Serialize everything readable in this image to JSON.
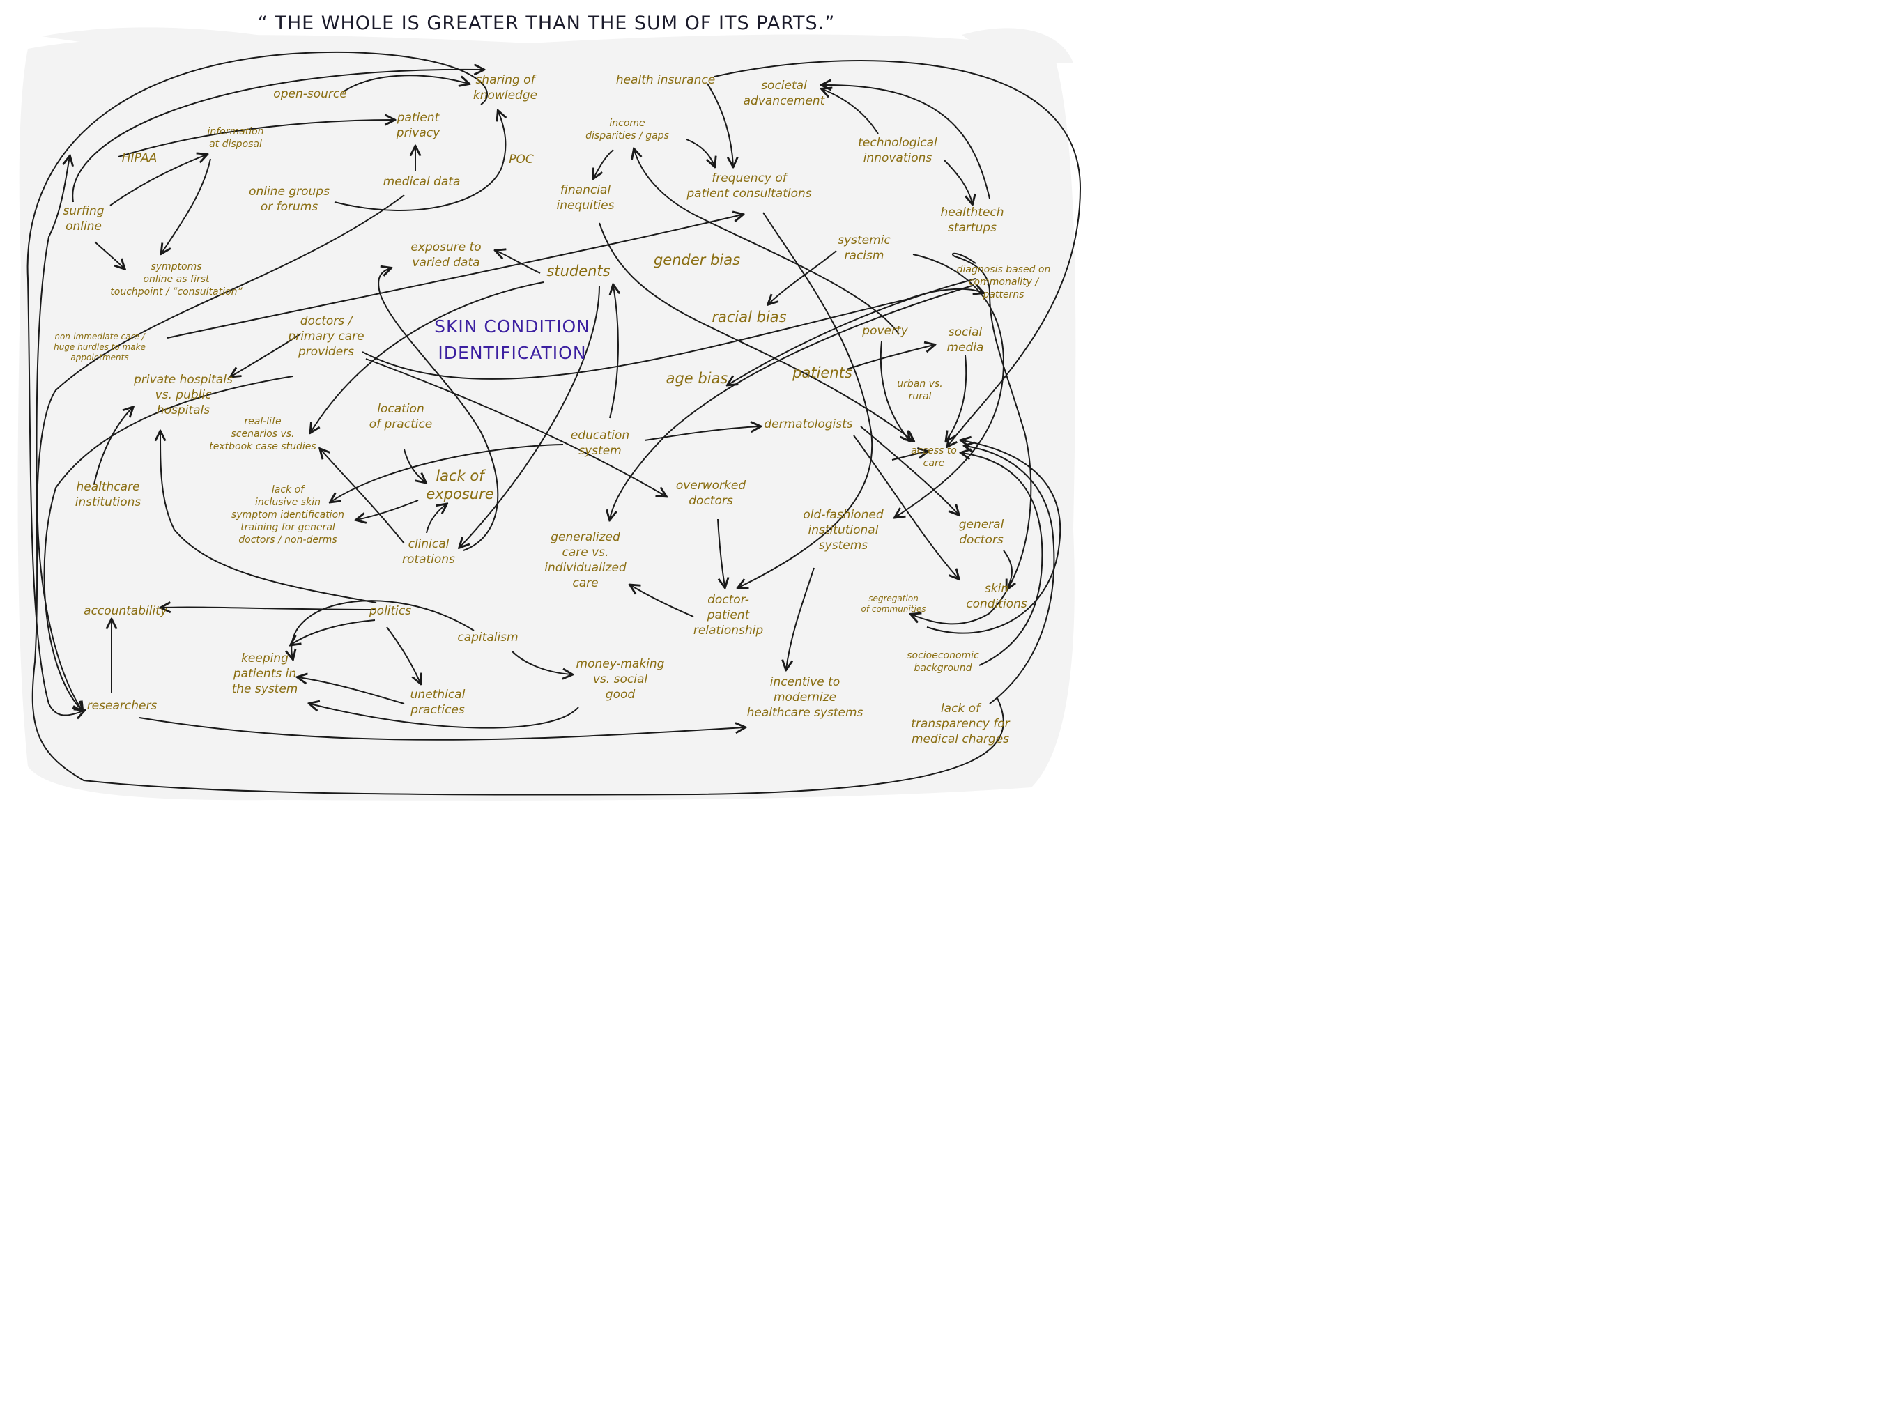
{
  "title": "“ THE WHOLE IS GREATER THAN THE SUM OF ITS PARTS.”",
  "center": "SKIN CONDITION\nIDENTIFICATION",
  "colors": {
    "ink": "#8a6e12",
    "center": "#3b1fa0",
    "title": "#1b1b2b",
    "arrow": "#1a1a1a",
    "cloud": "#f3f3f3"
  },
  "nodes": {
    "sharing_knowledge": "sharing of\nknowledge",
    "open_source": "open-source",
    "patient_privacy": "patient\nprivacy",
    "information_disposal": "information\nat disposal",
    "hipaa": "HIPAA",
    "poc": "POC",
    "medical_data": "medical data",
    "online_groups": "online groups\nor forums",
    "surfing_online": "surfing\nonline",
    "symptoms_online": "symptoms\nonline as first\ntouchpoint / “consultation”",
    "health_insurance": "health insurance",
    "societal_advancement": "societal\nadvancement",
    "income_disparities": "income\ndisparities / gaps",
    "technological_innovations": "technological\ninnovations",
    "frequency_consultations": "frequency of\npatient consultations",
    "financial_inequities": "financial\ninequities",
    "healthtech_startups": "healthtech\nstartups",
    "exposure_varied_data": "exposure to\nvaried data",
    "students": "students",
    "gender_bias": "gender bias",
    "systemic_racism": "systemic\nracism",
    "diagnosis_commonality": "diagnosis based on\ncommonality /\npatterns",
    "racial_bias": "racial bias",
    "non_immediate_care": "non-immediate care /\nhuge hurdles to make\nappointments",
    "doctors_primary": "doctors /\nprimary care\nproviders",
    "poverty": "poverty",
    "social_media": "social\nmedia",
    "age_bias": "age bias",
    "patients": "patients",
    "private_public": "private hospitals\nvs. public\nhospitals",
    "real_life": "real-life\nscenarios vs.\ntextbook case studies",
    "location_practice": "location\nof practice",
    "education_system": "education\nsystem",
    "dermatologists": "dermatologists",
    "urban_rural": "urban vs.\nrural",
    "access_care": "access to\ncare",
    "healthcare_institutions": "healthcare\ninstitutions",
    "lack_inclusive": "lack of\ninclusive skin\nsymptom identification\ntraining for general\ndoctors / non-derms",
    "lack_exposure": "lack of\nexposure",
    "overworked_doctors": "overworked\ndoctors",
    "old_fashioned": "old-fashioned\ninstitutional\nsystems",
    "generalized_care": "generalized\ncare vs.\nindividualized\ncare",
    "clinical_rotations": "clinical\nrotations",
    "general_doctors": "general\ndoctors",
    "skin_conditions": "skin\nconditions",
    "accountability": "accountability",
    "politics": "politics",
    "doctor_patient": "doctor-\npatient\nrelationship",
    "segregation": "segregation\nof communities",
    "capitalism": "capitalism",
    "keeping_patients": "keeping\npatients in\nthe system",
    "money_making": "money-making\nvs. social\ngood",
    "socioeconomic": "socioeconomic\nbackground",
    "unethical_practices": "unethical\npractices",
    "incentive_modernize": "incentive to\nmodernize\nhealthcare systems",
    "researchers": "researchers",
    "lack_transparency": "lack of\ntransparency for\nmedical charges"
  }
}
